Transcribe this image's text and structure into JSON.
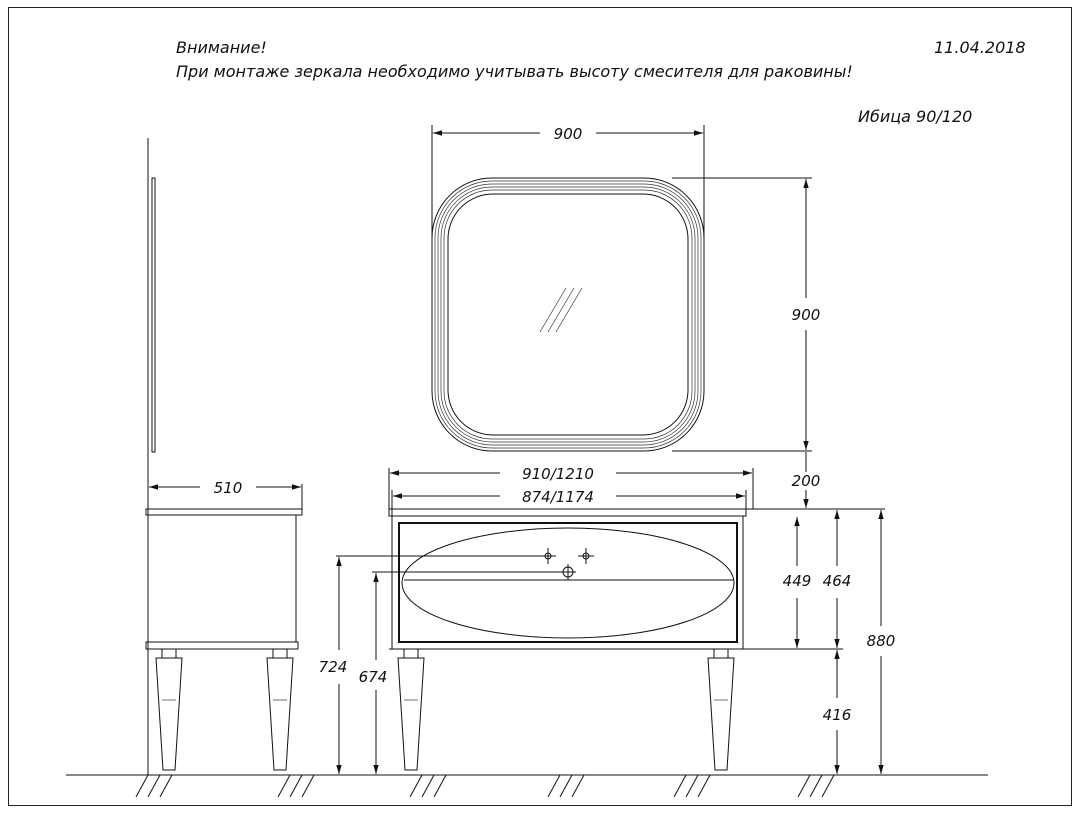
{
  "notes": {
    "attention": "Внимание!",
    "warning": "При монтаже зеркала необходимо учитывать высоту смесителя для раковины!",
    "date": "11.04.2018",
    "model": "Ибица 90/120"
  },
  "dimensions": {
    "mirror_width": "900",
    "mirror_height": "900",
    "side_depth": "510",
    "cabinet_width_outer": "910/1210",
    "cabinet_width_inner": "874/1174",
    "gap_to_mirror": "200",
    "basin_height": "449",
    "cabinet_body_height": "464",
    "total_height": "880",
    "leg_height": "416",
    "tap_hole_height": "724",
    "drain_height": "674"
  }
}
